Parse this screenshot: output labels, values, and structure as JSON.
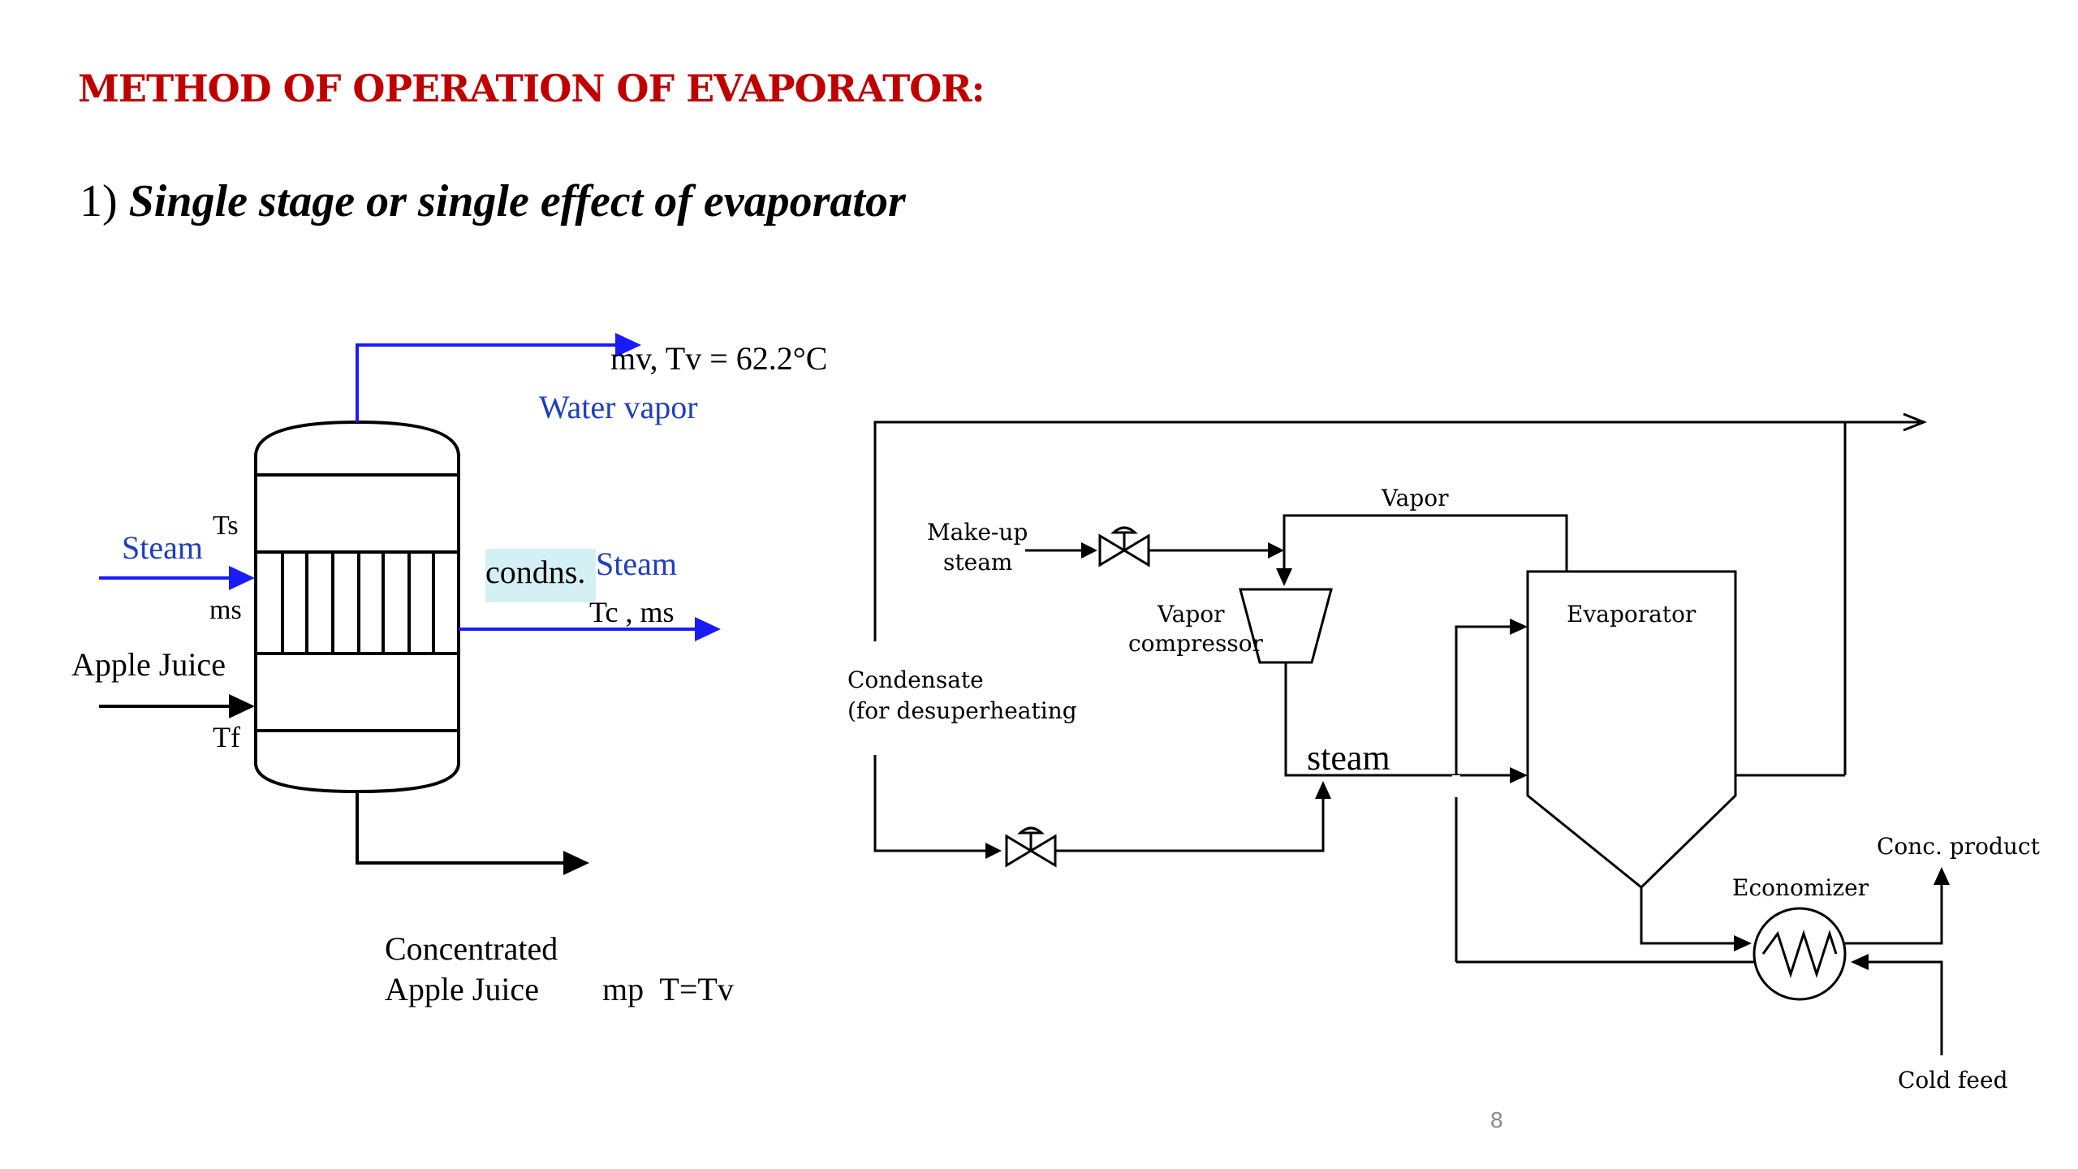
{
  "slide": {
    "heading": "Method of operation of evaporator:",
    "subheading_number": "1) ",
    "subheading_text": "Single stage or single effect of evaporator",
    "page_number": "8"
  },
  "left_diagram": {
    "vapor_out_label": "mv, Tv = 62.2°C",
    "water_vapor_label": "Water vapor",
    "steam_label": "Steam",
    "ts_label": "Ts",
    "ms_label": "ms",
    "apple_juice_label": "Apple Juice",
    "tf_label": "Tf",
    "condns_label": "condns.",
    "condensate_steam_label": "Steam",
    "condensate_out_label": "Tc , ms",
    "product_label_line1": "Concentrated",
    "product_label_line2": "Apple Juice",
    "product_vars_label": "mp  T=Tv"
  },
  "right_diagram": {
    "vapor_label": "Vapor",
    "makeup_steam_line1": "Make-up",
    "makeup_steam_line2": "steam",
    "vapor_compressor_line1": "Vapor",
    "vapor_compressor_line2": "compressor",
    "evaporator_label": "Evaporator",
    "condensate_line1": "Condensate",
    "condensate_line2": "(for desuperheating",
    "steam_label": "steam",
    "conc_product_label": "Conc. product",
    "economizer_label": "Economizer",
    "cold_feed_label": "Cold feed"
  },
  "colors": {
    "heading": "#c00000",
    "blue_stream": "#1a1aff",
    "label_blue": "#1f3fbf",
    "line": "#000000",
    "highlight": "#d4f0f4"
  }
}
